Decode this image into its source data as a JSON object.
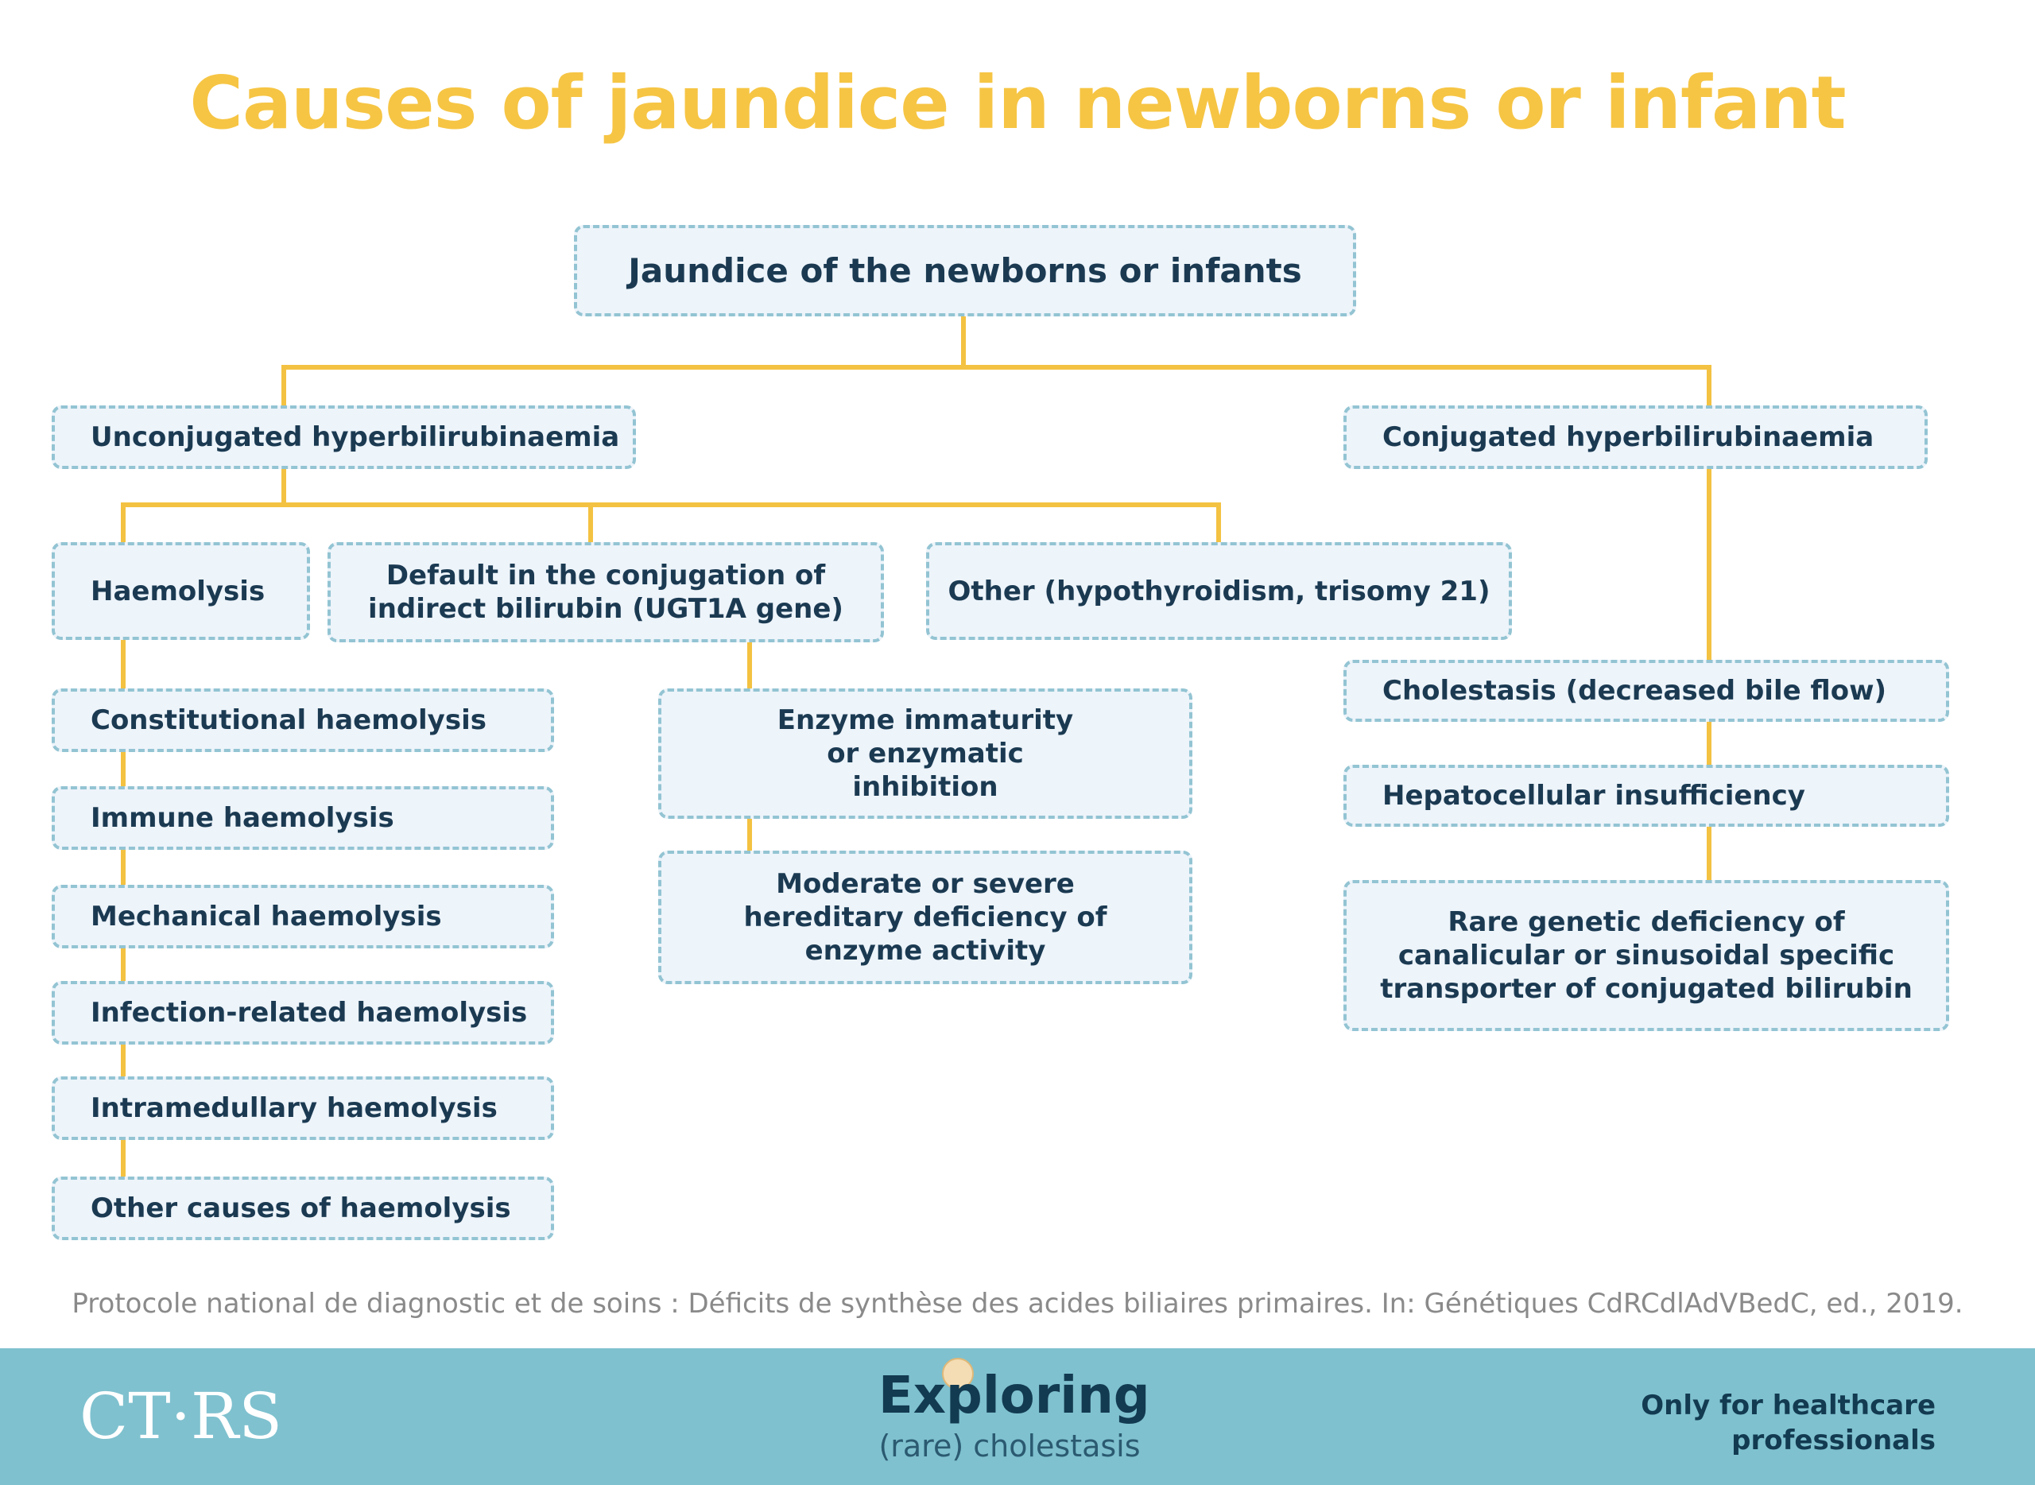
{
  "title": "Causes of jaundice in newborns or infant",
  "nodes": {
    "root": "Jaundice of the newborns or infants",
    "unconjugated": "Unconjugated hyperbilirubinaemia",
    "conjugated": "Conjugated hyperbilirubinaemia",
    "haemolysis": "Haemolysis",
    "default_conjugation": "Default in the conjugation of indirect bilirubin (UGT1A gene)",
    "other_unconjugated": "Other (hypothyroidism, trisomy 21)",
    "constitutional": "Constitutional haemolysis",
    "immune": "Immune haemolysis",
    "mechanical": "Mechanical haemolysis",
    "infection": "Infection-related haemolysis",
    "intramedullary": "Intramedullary haemolysis",
    "other_haemolysis": "Other causes of haemolysis",
    "enzyme_immaturity": "Enzyme immaturity or enzymatic inhibition",
    "hereditary_deficiency": "Moderate or severe hereditary deficiency of enzyme activity",
    "cholestasis": "Cholestasis (decreased bile flow)",
    "hepatocellular": "Hepatocellular insufficiency",
    "rare_genetic": "Rare genetic deficiency of canalicular or sinusoidal specific transporter of conjugated bilirubin"
  },
  "source": "Protocole national de diagnostic et de soins : Déficits de synthèse des acides biliaires primaires. In: Génétiques CdRCdlAdVBedC, ed., 2019.",
  "footer": {
    "logo_left": "CT·RS",
    "logo_main": "Exploring",
    "logo_sub": "(rare) cholestasis",
    "disclaimer_line1": "Only for healthcare",
    "disclaimer_line2": "professionals"
  },
  "colors": {
    "title": "#f6c544",
    "connector": "#f4c242",
    "box_fill": "#edf4fa",
    "box_border": "#93c4d3",
    "box_text": "#1b3a52",
    "footer_bg": "#7fc1cf"
  },
  "icons": {
    "logo_mascot": "baby-face-icon"
  }
}
